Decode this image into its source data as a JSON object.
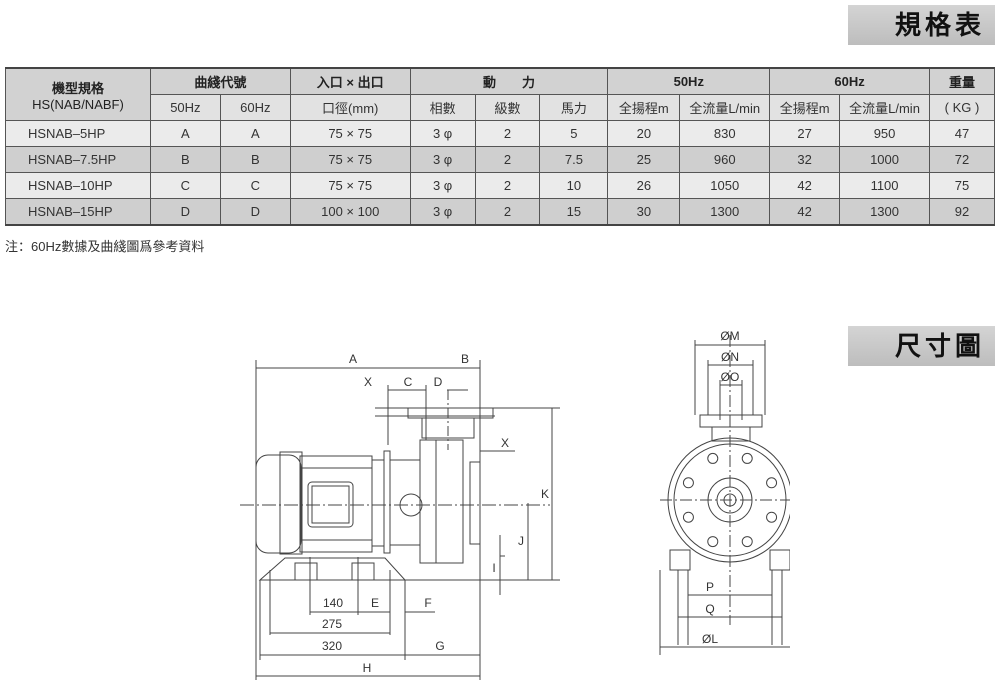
{
  "spec_title": "規格表",
  "dim_title": "尺寸圖",
  "table": {
    "header1": {
      "model": "機型規格",
      "model_sub": "HS(NAB/NABF)",
      "curve": "曲綫代號",
      "io": "入口 × 出口",
      "power": "動　　力",
      "hz50": "50Hz",
      "hz60": "60Hz",
      "weight": "重量"
    },
    "header2": [
      "50Hz",
      "60Hz",
      "口徑(mm)",
      "相數",
      "級數",
      "馬力",
      "全揚程m",
      "全流量L/min",
      "全揚程m",
      "全流量L/min",
      "( KG )"
    ],
    "rows": [
      [
        "HSNAB–5HP",
        "A",
        "A",
        "75 × 75",
        "3 φ",
        "2",
        "5",
        "20",
        "830",
        "27",
        "950",
        "47"
      ],
      [
        "HSNAB–7.5HP",
        "B",
        "B",
        "75 × 75",
        "3 φ",
        "2",
        "7.5",
        "25",
        "960",
        "32",
        "1000",
        "72"
      ],
      [
        "HSNAB–10HP",
        "C",
        "C",
        "75 × 75",
        "3 φ",
        "2",
        "10",
        "26",
        "1050",
        "42",
        "1100",
        "75"
      ],
      [
        "HSNAB–15HP",
        "D",
        "D",
        "100 × 100",
        "3 φ",
        "2",
        "15",
        "30",
        "1300",
        "42",
        "1300",
        "92"
      ]
    ]
  },
  "note": "注：60Hz數據及曲綫圖爲參考資料",
  "side_labels": {
    "A": "A",
    "B": "B",
    "C": "C",
    "D": "D",
    "X1": "X",
    "X2": "X",
    "K": "K",
    "J": "J",
    "I": "I",
    "d140": "140",
    "E": "E",
    "F": "F",
    "d275": "275",
    "d320": "320",
    "G": "G",
    "H": "H"
  },
  "front_labels": {
    "M": "ØM",
    "N": "ØN",
    "O": "ØO",
    "P": "P",
    "Q": "Q",
    "L": "ØL"
  }
}
